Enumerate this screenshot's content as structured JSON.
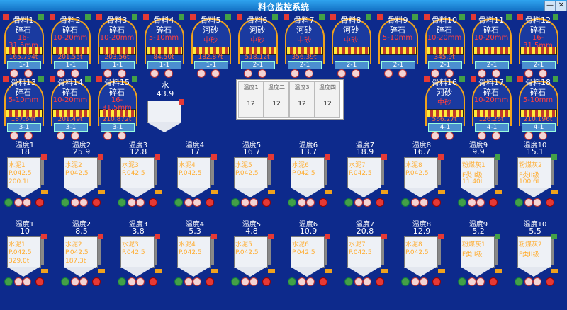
{
  "window": {
    "title": "料仓监控系统",
    "minimize_label": "—",
    "close_label": "✕"
  },
  "silos": [
    {
      "name": "骨料1",
      "material": "碎石",
      "spec": "16-31.5mm",
      "value": "165.794t",
      "gate": "1-1"
    },
    {
      "name": "骨料2",
      "material": "碎石",
      "spec": "10-20mm",
      "value": "201.55t",
      "gate": "1-1"
    },
    {
      "name": "骨料3",
      "material": "碎石",
      "spec": "10-20mm",
      "value": "203.56t",
      "gate": "1-1"
    },
    {
      "name": "骨料4",
      "material": "碎石",
      "spec": "5-10mm",
      "value": "84.50t",
      "gate": "1-1"
    },
    {
      "name": "骨料5",
      "material": "河砂",
      "spec": "中砂",
      "value": "182.87t",
      "gate": "1-1"
    },
    {
      "name": "骨料6",
      "material": "河砂",
      "spec": "中砂",
      "value": "518.12t",
      "gate": "2-1"
    },
    {
      "name": "骨料7",
      "material": "河砂",
      "spec": "中砂",
      "value": "356.39t",
      "gate": "2-1"
    },
    {
      "name": "骨料8",
      "material": "河砂",
      "spec": "中砂",
      "value": "",
      "gate": "2-1"
    },
    {
      "name": "骨料9",
      "material": "碎石",
      "spec": "5-10mm",
      "value": "",
      "gate": "2-1"
    },
    {
      "name": "骨料10",
      "material": "碎石",
      "spec": "10-20mm",
      "value": "345.9t",
      "gate": "2-1"
    },
    {
      "name": "骨料11",
      "material": "碎石",
      "spec": "10-20mm",
      "value": "",
      "gate": "2-1"
    },
    {
      "name": "骨料12",
      "material": "碎石",
      "spec": "16-31.5mm",
      "value": "",
      "gate": "2-1"
    },
    {
      "name": "骨料13",
      "material": "碎石",
      "spec": "5-10mm",
      "value": "187.64t",
      "gate": "3-1"
    },
    {
      "name": "骨料14",
      "material": "碎石",
      "spec": "10-20mm",
      "value": "201.49t",
      "gate": "3-1"
    },
    {
      "name": "骨料15",
      "material": "碎石",
      "spec": "16-31.5mm",
      "value": "210.872t",
      "gate": "3-1"
    },
    {
      "name": "骨料16",
      "material": "河砂",
      "spec": "中砂",
      "value": "566.27t",
      "gate": "4-1"
    },
    {
      "name": "骨料17",
      "material": "碎石",
      "spec": "10-20mm",
      "value": "126.26t",
      "gate": "4-1"
    },
    {
      "name": "骨料18",
      "material": "碎石",
      "spec": "5-10mm",
      "value": "210.196t",
      "gate": "4-1"
    }
  ],
  "water": {
    "label": "水",
    "value": "43.9"
  },
  "temperature_panel": [
    {
      "header": "温度1",
      "value": "12"
    },
    {
      "header": "温度二",
      "value": "12"
    },
    {
      "header": "温度3",
      "value": "12"
    },
    {
      "header": "温度四",
      "value": "12"
    }
  ],
  "tanks_row1": [
    {
      "label": "温度1",
      "temp": "18",
      "name": "水泥1",
      "line2": "P.042.5",
      "line3": "200.1t"
    },
    {
      "label": "温度2",
      "temp": "25.9",
      "name": "水泥2",
      "line2": "P.042.5",
      "line3": ""
    },
    {
      "label": "温度3",
      "temp": "12.8",
      "name": "水泥3",
      "line2": "P.042.5",
      "line3": ""
    },
    {
      "label": "温度4",
      "temp": "17",
      "name": "水泥4",
      "line2": "P.042.5",
      "line3": ""
    },
    {
      "label": "温度5",
      "temp": "16.7",
      "name": "水泥5",
      "line2": "P.042.5",
      "line3": ""
    },
    {
      "label": "温度6",
      "temp": "13.7",
      "name": "水泥6",
      "line2": "P.042.5",
      "line3": ""
    },
    {
      "label": "温度7",
      "temp": "18.9",
      "name": "水泥7",
      "line2": "P.042.5",
      "line3": ""
    },
    {
      "label": "温度8",
      "temp": "16.7",
      "name": "水泥8",
      "line2": "P.042.5",
      "line3": ""
    },
    {
      "label": "温度9",
      "temp": "9.9",
      "name": "粉煤灰1",
      "line2": "F类II级",
      "line3": "11.40t"
    },
    {
      "label": "温度10",
      "temp": "15.1",
      "name": "粉煤灰2",
      "line2": "F类II级",
      "line3": "100.6t"
    }
  ],
  "tanks_row2": [
    {
      "label": "温度1",
      "temp": "10",
      "name": "水泥1",
      "line2": "P.042.5",
      "line3": "329.0t"
    },
    {
      "label": "温度2",
      "temp": "8.5",
      "name": "水泥2",
      "line2": "P.042.5",
      "line3": "187.3t"
    },
    {
      "label": "温度3",
      "temp": "3.8",
      "name": "水泥3",
      "line2": "P.042.5",
      "line3": ""
    },
    {
      "label": "温度4",
      "temp": "5.3",
      "name": "水泥4",
      "line2": "P.042.5",
      "line3": ""
    },
    {
      "label": "温度5",
      "temp": "4.8",
      "name": "水泥5",
      "line2": "P.042.5",
      "line3": ""
    },
    {
      "label": "温度6",
      "temp": "10.9",
      "name": "水泥6",
      "line2": "P.042.5",
      "line3": ""
    },
    {
      "label": "温度7",
      "temp": "20.8",
      "name": "水泥7",
      "line2": "P.042.5",
      "line3": ""
    },
    {
      "label": "温度8",
      "temp": "12.9",
      "name": "水泥8",
      "line2": "P.042.5",
      "line3": ""
    },
    {
      "label": "温度9",
      "temp": "5.2",
      "name": "粉煤灰1",
      "line2": "F类II级",
      "line3": ""
    },
    {
      "label": "温度10",
      "temp": "5.5",
      "name": "粉煤灰2",
      "line2": "F类II级",
      "line3": ""
    }
  ],
  "colors": {
    "background": "#0d2a8c",
    "accent": "#f0a21c",
    "alarm": "#e53935",
    "ok": "#43a047"
  }
}
